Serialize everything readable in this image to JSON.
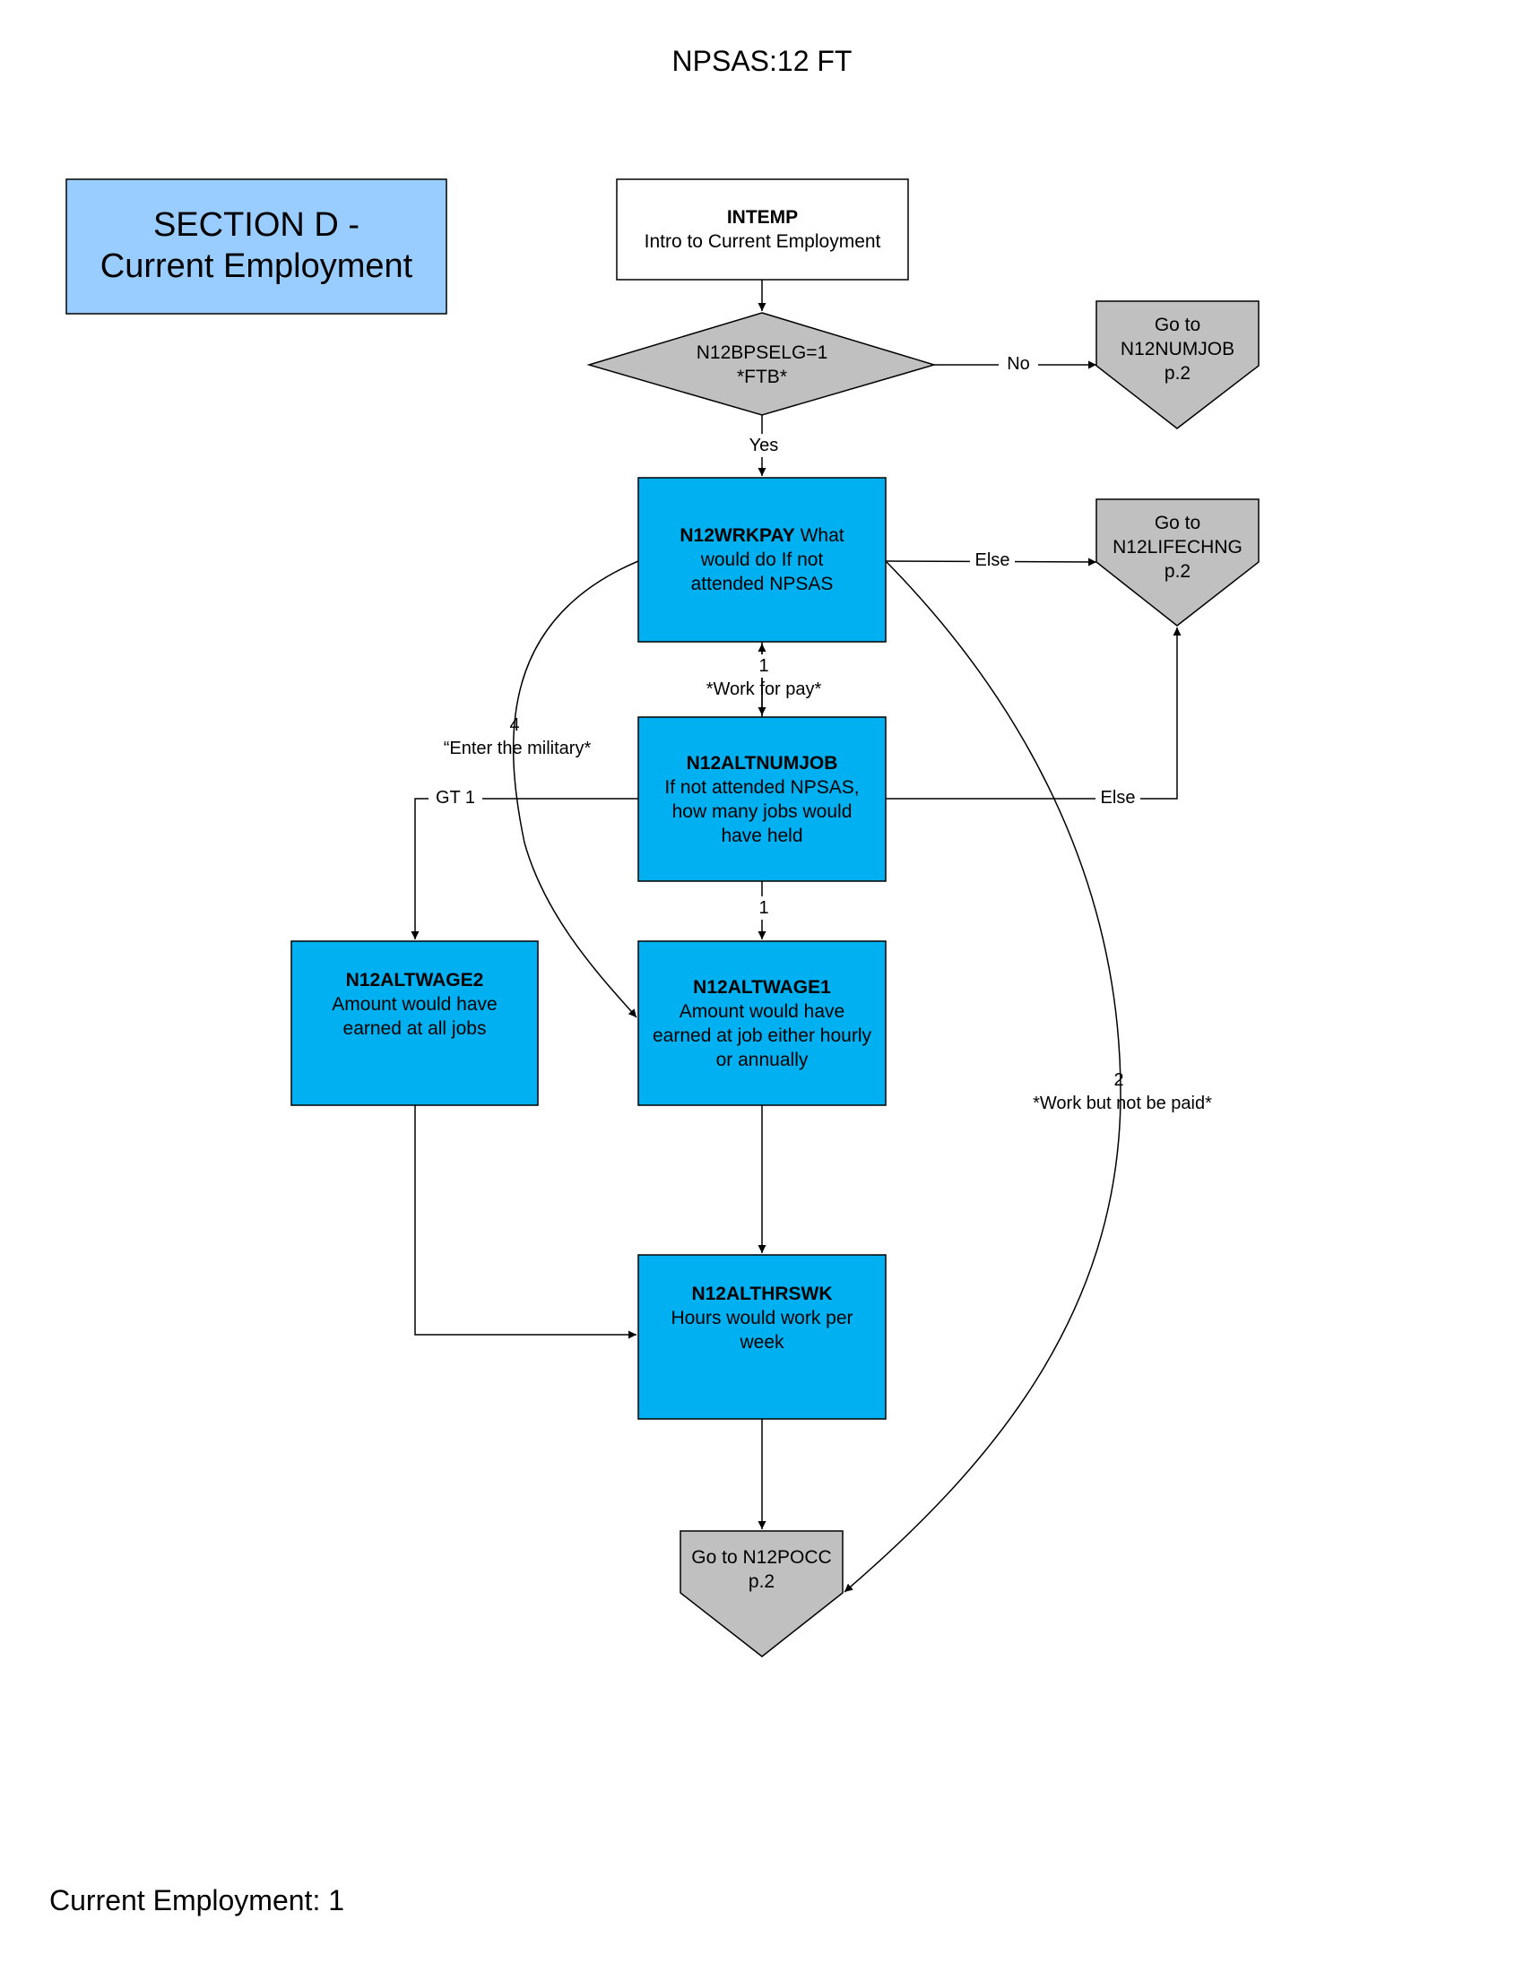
{
  "page": {
    "title": "NPSAS:12 FT",
    "section_line1": "SECTION D -",
    "section_line2": "Current Employment",
    "footer": "Current Employment: 1"
  },
  "colors": {
    "section_fill": "#99ccff",
    "question_fill": "#00b0f0",
    "decision_fill": "#c0c0c0",
    "goto_fill": "#c0c0c0",
    "start_fill": "#ffffff",
    "line": "#000000"
  },
  "nodes": {
    "intemp": {
      "code": "INTEMP",
      "desc": "Intro to Current Employment"
    },
    "decision": {
      "line1": "N12BPSELG=1",
      "line2": "*FTB*"
    },
    "goto_numjob": {
      "line1": "Go to",
      "line2": "N12NUMJOB",
      "line3": "p.2"
    },
    "wrkpay": {
      "code": "N12WRKPAY",
      "desc_inline": " What",
      "line2": "would do If not",
      "line3": "attended NPSAS"
    },
    "goto_lifechng": {
      "line1": "Go to",
      "line2": "N12LIFECHNG",
      "line3": "p.2"
    },
    "altnumjob": {
      "code": "N12ALTNUMJOB",
      "line1": "If not attended NPSAS,",
      "line2": "how many jobs would",
      "line3": "have held"
    },
    "altwage2": {
      "code": "N12ALTWAGE2",
      "line1": "Amount would have",
      "line2": "earned at all jobs"
    },
    "altwage1": {
      "code": "N12ALTWAGE1",
      "line1": "Amount would have",
      "line2": "earned at job either hourly",
      "line3": "or annually"
    },
    "althrswk": {
      "code": "N12ALTHRSWK",
      "line1": "Hours would work per",
      "line2": "week"
    },
    "goto_pocc": {
      "line1": "Go to N12POCC",
      "line2": "p.2"
    }
  },
  "edges": {
    "no": "No",
    "yes": "Yes",
    "else_top": "Else",
    "else_mid": "Else",
    "work_pay_num": "1",
    "work_pay_text": "*Work for pay*",
    "military_num": "4",
    "military_text": "“Enter the military*",
    "gt1": "GT 1",
    "one": "1",
    "not_paid_num": "2",
    "not_paid_text": "*Work but not be paid*"
  }
}
